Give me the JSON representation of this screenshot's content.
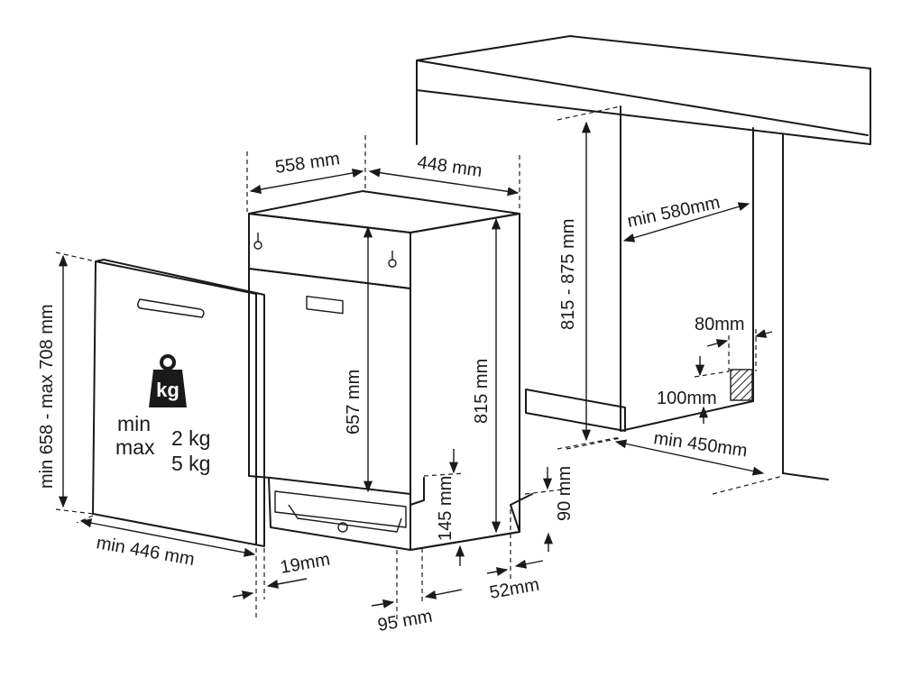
{
  "labels": {
    "top_width": "558 mm",
    "top_depth": "448 mm",
    "front_height": "657 mm",
    "side_height": "815 mm",
    "niche_height": "815 - 875 mm",
    "niche_depth": "min 580mm",
    "vent_width": "80mm",
    "vent_height": "100mm",
    "niche_width": "min 450mm",
    "panel_height": "min 658 - max 708 mm",
    "panel_width": "min 446 mm",
    "panel_thickness": "19mm",
    "plinth_height": "145 mm",
    "plinth_offset": "90 mm",
    "foot_adjust": "52mm",
    "plinth_depth": "95 mm",
    "weight_min_label": "min",
    "weight_min_value": "2 kg",
    "weight_max_label": "max",
    "weight_max_value": "5 kg",
    "weight_icon_text": "kg"
  },
  "colors": {
    "line": "#1a1a1a",
    "background": "#ffffff"
  },
  "icons": {
    "weight": "kg-weight-icon"
  }
}
